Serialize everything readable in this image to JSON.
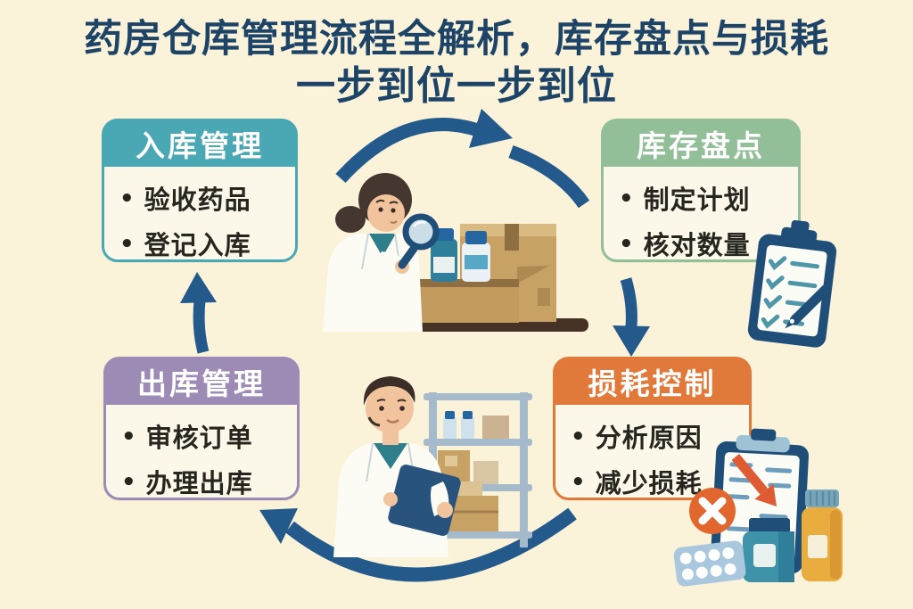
{
  "title": {
    "line1": "药房仓库管理流程全解析，库存盘点与损耗",
    "line2": "一步到位一步到位"
  },
  "glyphs": {
    "bullet": "•"
  },
  "flow_boxes": [
    {
      "title": "入库管理",
      "accent": "#4AA7B4",
      "items": [
        "验收药品",
        "登记入库"
      ]
    },
    {
      "title": "库存盘点",
      "accent": "#92BE98",
      "items": [
        "制定计划",
        "核对数量"
      ]
    },
    {
      "title": "损耗控制",
      "accent": "#E1793B",
      "items": [
        "分析原因",
        "减少损耗"
      ]
    },
    {
      "title": "出库管理",
      "accent": "#9C8BB5",
      "items": [
        "审核订单",
        "办理出库"
      ]
    }
  ],
  "cycle": {
    "arrow_color": "#24598C",
    "direction": "clockwise"
  },
  "colors": {
    "background": "#FAF3DA",
    "panel": "#FCF8E9",
    "title_text": "#1D4467",
    "body_text": "#26261E",
    "error_badge": "#E2672F",
    "decline_arrow": "#DE5B33"
  },
  "icons": {
    "top_center": "pharmacist-with-magnifier-inspecting-box",
    "right": "checklist-clipboard-with-pen",
    "bottom_center": "pharmacist-with-tablet-and-shelf",
    "bottom_right": "loss-clipboard-xmark-pills-bottles"
  }
}
